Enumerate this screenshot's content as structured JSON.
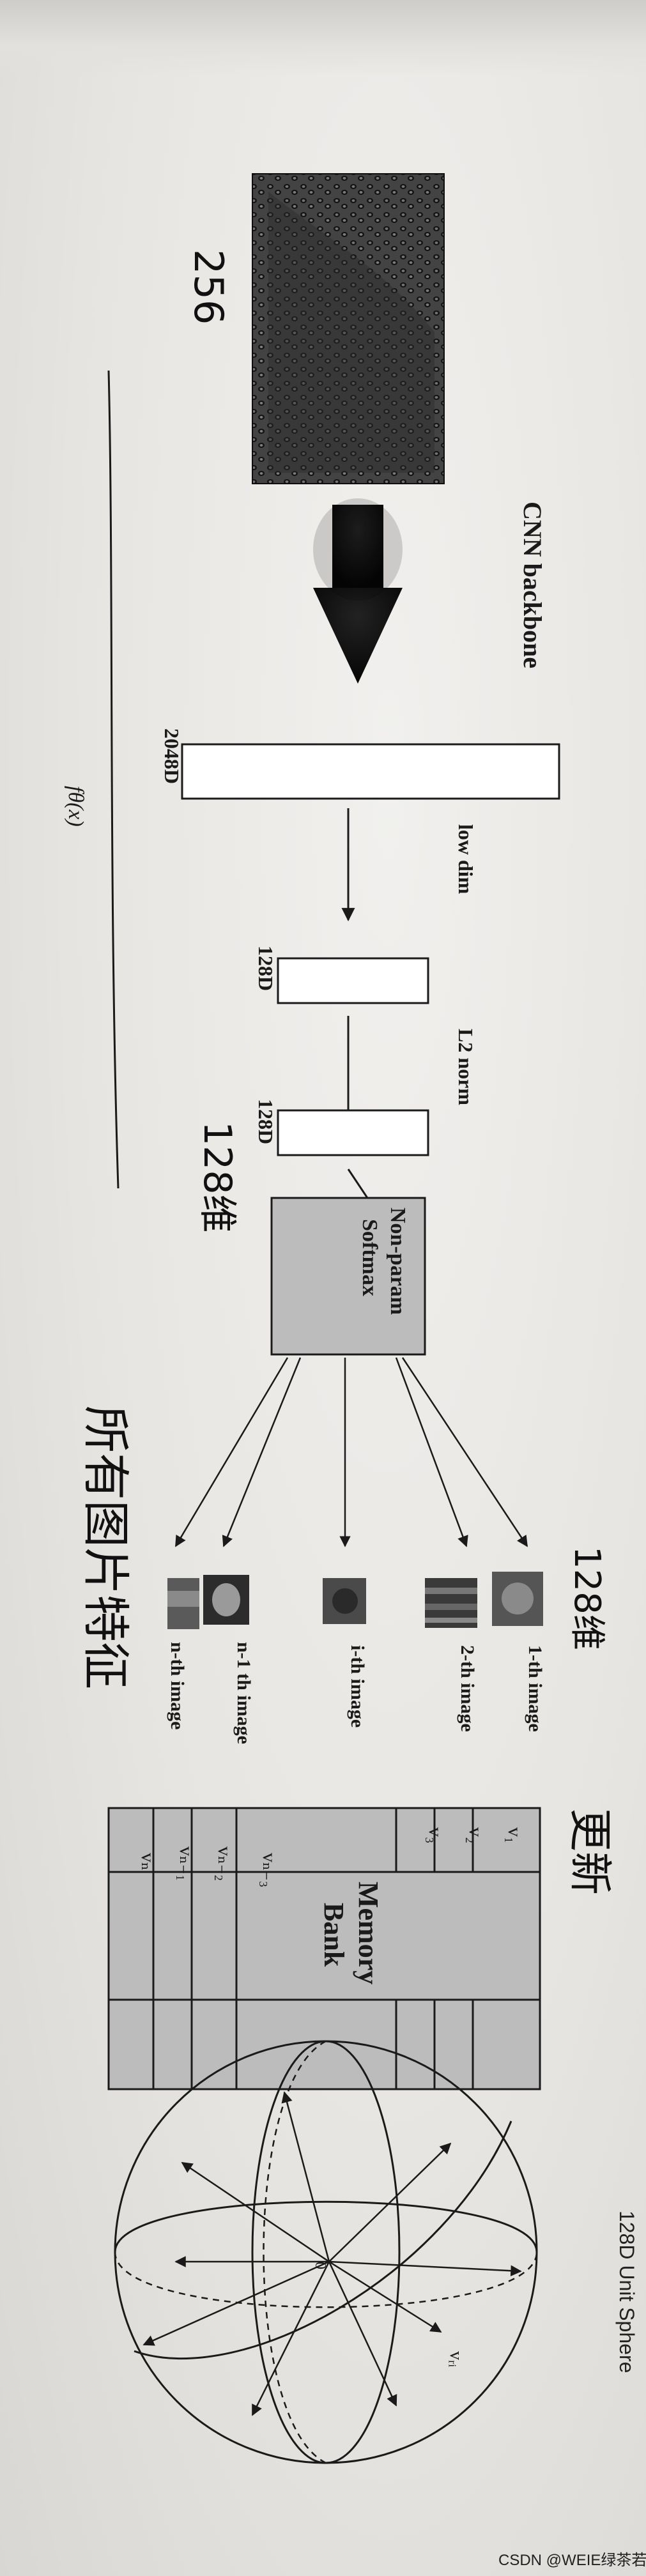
{
  "labels": {
    "cnn_backbone": "CNN backbone",
    "dim_2048": "2048D",
    "low_dim": "low dim",
    "dim_128_a": "128D",
    "l2_norm": "L2 norm",
    "dim_128_b": "128D",
    "softmax_line1": "Non-param",
    "softmax_line2": "Softmax",
    "memory_line1": "Memory",
    "memory_line2": "Bank",
    "img_1": "1-th image",
    "img_2": "2-th image",
    "img_i": "i-th image",
    "img_n1": "n-1 th image",
    "img_n": "n-th image",
    "v1": "v₁",
    "v2": "v₂",
    "v3": "v₃",
    "vn3": "vₙ₋₃",
    "vn2": "vₙ₋₂",
    "vn1": "vₙ₋₁",
    "vn": "vₙ",
    "vzi": "vᵣᵢ",
    "origin": "0",
    "sphere_caption": "128D Unit Sphere",
    "f_theta": "fθ(x)",
    "watermark": "CSDN @WEIE绿茶若"
  },
  "handwriting": {
    "n256": "256",
    "n128_dim": "128维",
    "all_features": "所有图片特征",
    "n128_mark": "128维",
    "update": "更新"
  },
  "colors": {
    "ink": "#1a1a1a",
    "box_grey": "#bdbcbc",
    "paper": "#e8e6e2"
  }
}
